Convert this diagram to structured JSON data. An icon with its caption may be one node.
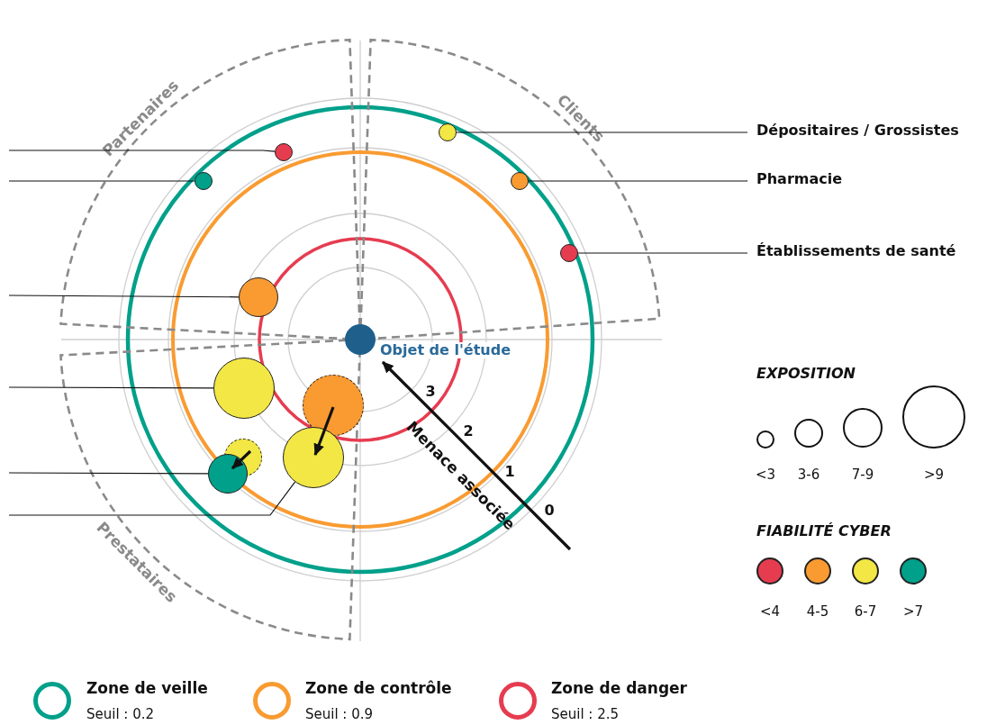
{
  "diagram": {
    "nodes": [
      {
        "text": [
          "Partenaires"
        ]
      },
      {
        "text": [],
        "shape": "circle",
        "in": 0
      },
      {
        "text": [],
        "shape": "circle",
        "in": 0
      },
      {
        "text": [],
        "shape": "circle",
        "in": 0
      },
      {
        "text": [
          "Clients"
        ]
      },
      {
        "text": [],
        "shape": "circle",
        "in": 4
      },
      {
        "text": [],
        "shape": "circle",
        "in": 4
      },
      {
        "text": [],
        "shape": "circle",
        "in": 4
      },
      {
        "text": [
          "Dépositaires / Grossistes"
        ]
      },
      {
        "text": [
          "Pharmacie"
        ]
      },
      {
        "text": [
          "Établissements de santé"
        ]
      },
      {
        "text": [
          "Objet de l'étude"
        ]
      },
      {
        "text": [
          "Prestataires"
        ]
      },
      {
        "text": [],
        "shape": "circle",
        "in": 12
      },
      {
        "text": [],
        "shape": "circle",
        "in": 12
      },
      {
        "text": [],
        "shape": "circle",
        "in": 12
      },
      {
        "text": [],
        "shape": "circle",
        "in": 12
      },
      {
        "text": [],
        "shape": "circle",
        "in": 12
      }
    ],
    "edges": [
      {
        "from": 1,
        "to": null,
        "arrow": "none"
      },
      {
        "from": 2,
        "to": null,
        "arrow": "none"
      },
      {
        "from": 3,
        "to": null,
        "arrow": "none"
      },
      {
        "from": 5,
        "to": 8,
        "arrow": "none"
      },
      {
        "from": 6,
        "to": 9,
        "arrow": "none"
      },
      {
        "from": 7,
        "to": 10,
        "arrow": "none"
      },
      {
        "from": null,
        "to": 11,
        "arrow": "to",
        "label": "Menace associée",
        "style": "thick"
      },
      {
        "from": 13,
        "to": null,
        "arrow": "none"
      },
      {
        "from": 14,
        "to": 17,
        "arrow": "to",
        "style": "thick"
      },
      {
        "from": 15,
        "to": 16,
        "arrow": "to",
        "style": "thick"
      },
      {
        "from": 16,
        "to": null,
        "arrow": "none"
      },
      {
        "from": 17,
        "to": null,
        "arrow": "none"
      }
    ],
    "labels": [
      "3",
      "2",
      "1",
      "0",
      "EXPOSITION",
      "FIABILITÉ CYBER",
      "Seuil : 0.2",
      "Seuil : 0.9",
      "Seuil : 2.5"
    ],
    "legend": [
      {
        "text": "<3"
      },
      {
        "text": "3-6"
      },
      {
        "text": "7-9"
      },
      {
        "text": ">9"
      },
      {
        "text": "<4",
        "color": "#e63c50"
      },
      {
        "text": "4-5",
        "color": "#f99b31"
      },
      {
        "text": "6-7",
        "color": "#f2e744"
      },
      {
        "text": ">7",
        "color": "#00a08a"
      },
      {
        "text": "Zone de veille",
        "color": "#00a08a"
      },
      {
        "text": "Zone de contrôle",
        "color": "#f99b31"
      },
      {
        "text": "Zone de danger",
        "color": "#e63c50"
      }
    ]
  }
}
